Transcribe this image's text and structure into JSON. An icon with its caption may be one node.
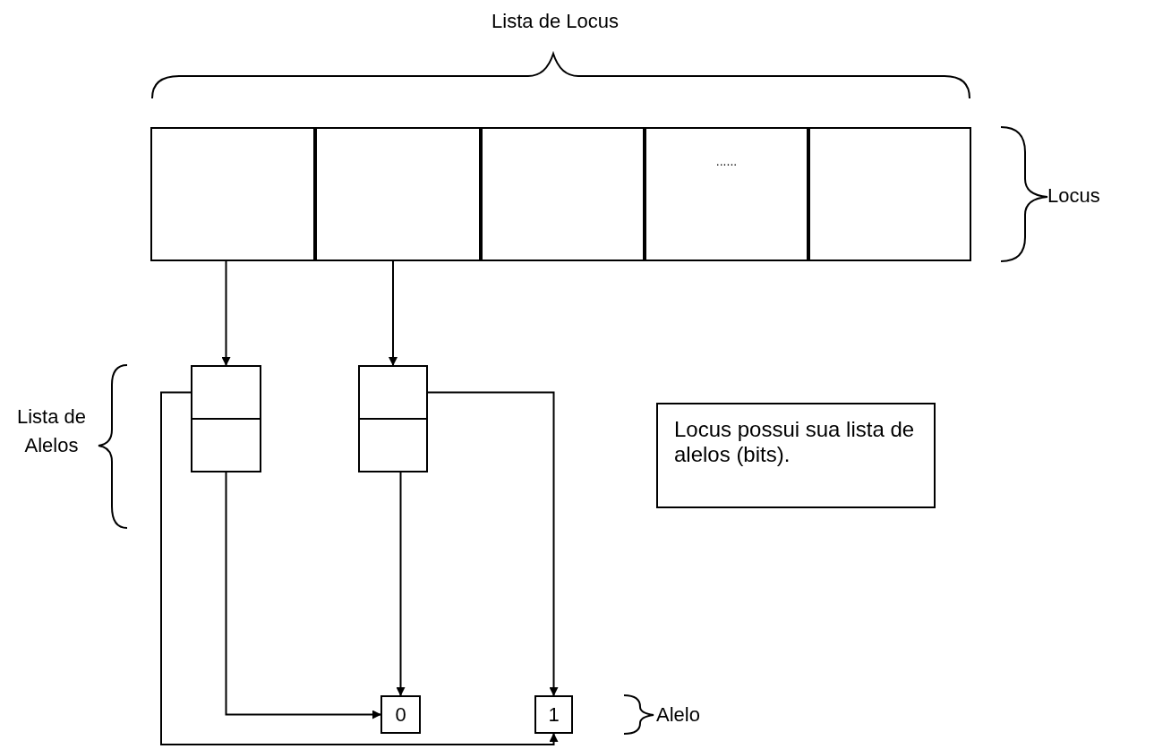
{
  "diagram": {
    "nodes": [
      {
        "text": [],
        "shape": "box"
      },
      {
        "text": [],
        "shape": "box"
      },
      {
        "text": [],
        "shape": "box"
      },
      {
        "text": [
          "......"
        ]
      },
      {
        "text": [],
        "shape": "box"
      },
      {
        "text": [],
        "shape": "box"
      },
      {
        "text": [],
        "shape": "box"
      },
      {
        "text": [],
        "shape": "box"
      },
      {
        "text": [],
        "shape": "box"
      },
      {
        "text": [
          "0"
        ]
      },
      {
        "text": [
          "1"
        ]
      },
      {
        "text": [
          "Locus possui sua lista de alelos (bits)."
        ]
      }
    ],
    "edges": [
      {
        "from": 0,
        "to": 5,
        "arrow": "to"
      },
      {
        "from": 1,
        "to": 7,
        "arrow": "to"
      },
      {
        "from": 5,
        "to": 10,
        "arrow": "to"
      },
      {
        "from": 7,
        "to": 10,
        "arrow": "to"
      },
      {
        "from": 6,
        "to": 9,
        "arrow": "to"
      },
      {
        "from": 8,
        "to": 9,
        "arrow": "to"
      }
    ],
    "labels": [
      "Lista de Locus",
      "Locus",
      "Lista de Alelos",
      "Alelo"
    ]
  }
}
